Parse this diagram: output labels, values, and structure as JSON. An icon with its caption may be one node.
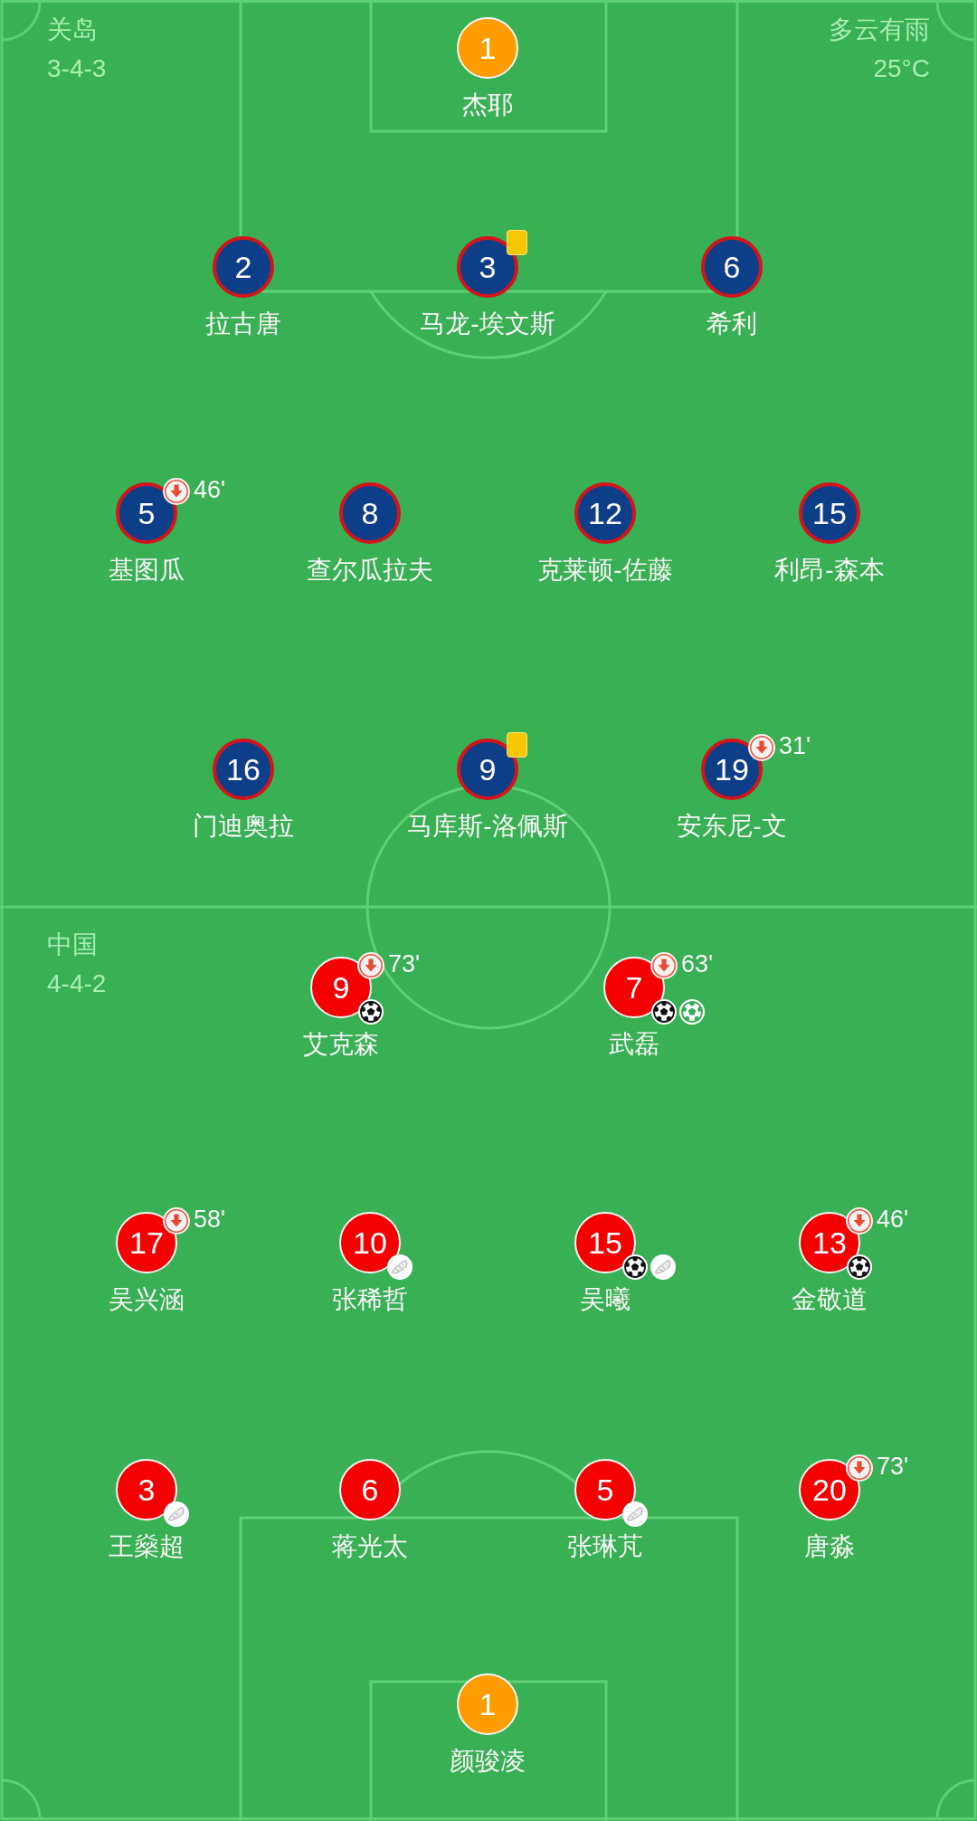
{
  "diagram": {
    "nodes": [
      {
        "text": [
          "1"
        ],
        "beside": [
          "杰耶"
        ]
      },
      {
        "text": [
          "2"
        ],
        "beside": [
          "拉古唐"
        ]
      },
      {
        "text": [
          "3"
        ],
        "beside": [
          "马龙-埃文斯"
        ]
      },
      {
        "text": [
          "6"
        ],
        "beside": [
          "希利"
        ]
      },
      {
        "text": [
          "5"
        ],
        "beside": [
          "基图瓜",
          "46'"
        ]
      },
      {
        "text": [
          "8"
        ],
        "beside": [
          "查尔瓜拉夫"
        ]
      },
      {
        "text": [
          "12"
        ],
        "beside": [
          "克莱顿-佐藤"
        ]
      },
      {
        "text": [
          "15"
        ],
        "beside": [
          "利昂-森本"
        ]
      },
      {
        "text": [
          "16"
        ],
        "beside": [
          "门迪奥拉"
        ]
      },
      {
        "text": [
          "9"
        ],
        "beside": [
          "马库斯-洛佩斯"
        ]
      },
      {
        "text": [
          "19"
        ],
        "beside": [
          "安东尼-文",
          "31'"
        ]
      },
      {
        "text": [
          "9"
        ],
        "beside": [
          "艾克森",
          "73'"
        ]
      },
      {
        "text": [
          "7"
        ],
        "beside": [
          "武磊",
          "63'"
        ]
      },
      {
        "text": [
          "17"
        ],
        "beside": [
          "吴兴涵",
          "58'"
        ]
      },
      {
        "text": [
          "10"
        ],
        "beside": [
          "张稀哲"
        ]
      },
      {
        "text": [
          "15"
        ],
        "beside": [
          "吴曦"
        ]
      },
      {
        "text": [
          "13"
        ],
        "beside": [
          "金敬道",
          "46'"
        ]
      },
      {
        "text": [
          "3"
        ],
        "beside": [
          "王燊超"
        ]
      },
      {
        "text": [
          "6"
        ],
        "beside": [
          "蒋光太"
        ]
      },
      {
        "text": [
          "5"
        ],
        "beside": [
          "张琳芃"
        ]
      },
      {
        "text": [
          "20"
        ],
        "beside": [
          "唐淼",
          "73'"
        ]
      },
      {
        "text": [
          "1"
        ],
        "beside": [
          "颜骏凌"
        ]
      }
    ],
    "labels": [
      "关岛",
      "3-4-3",
      "多云有雨",
      "25°C",
      "中国",
      "4-4-2"
    ]
  }
}
